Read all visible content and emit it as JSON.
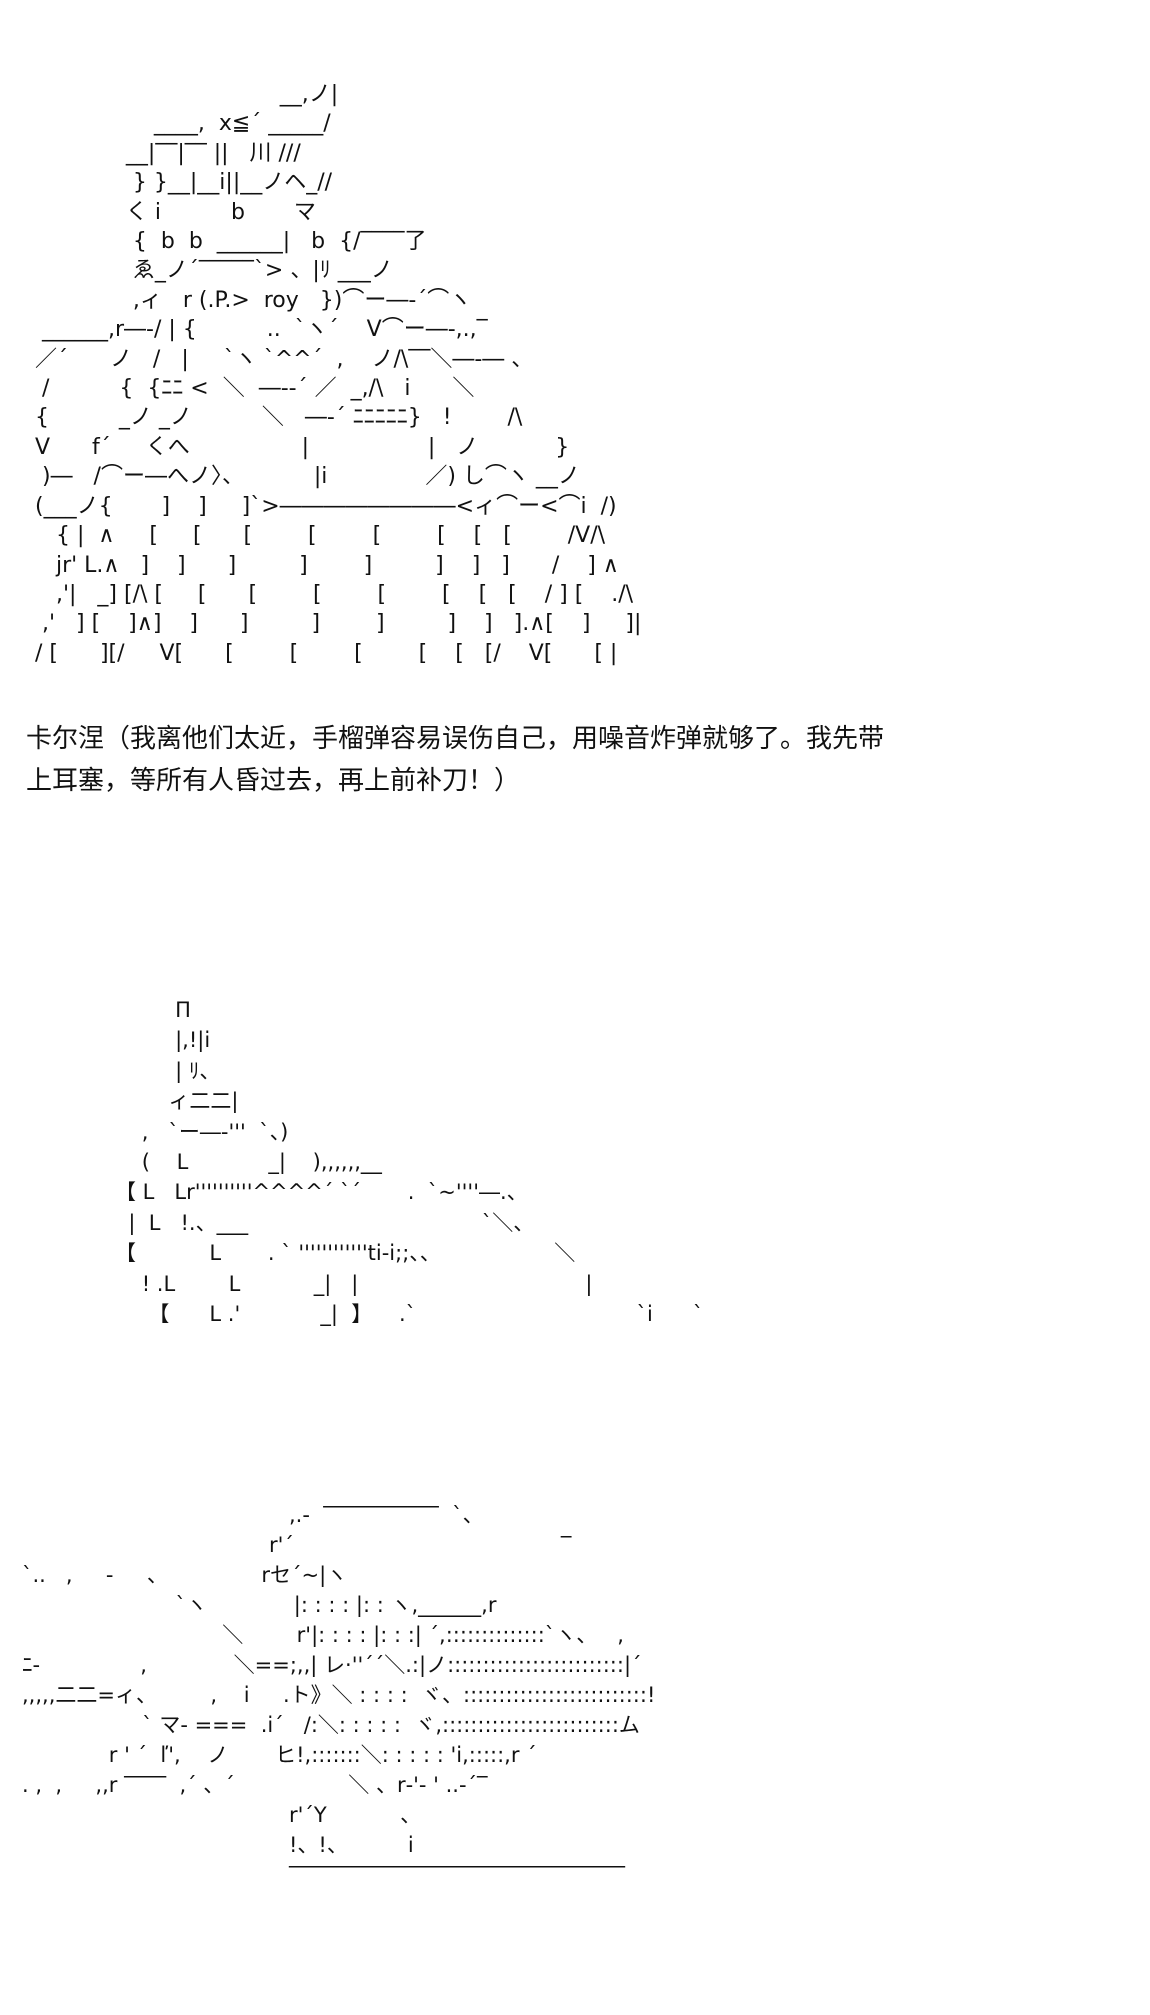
{
  "art": {
    "block1": [
      "                                    __,ノ|",
      "                  ____,  x≦´ _____/",
      "              __|‾‾|‾‾ ||   川 ///",
      "               } }__|__i||__ノヘ_//",
      "              く i          b       マ",
      "               {  b  b  ______|   b  {/‾‾‾‾了",
      "               ゑ_ノ´‾‾‾‾‾`> 、|ﾘ ___ノ",
      "               ,ィ   r (.P.>  roy   })⌒ー―‐´⌒ヽ",
      "  ______,r―‐/ | {          ..  `ヽ´    V⌒ー―‐,.,‾",
      " ／´      ノ   /   |     `ヽ `^^´  ,    ノ/\\‾‾＼―‐― 、",
      "  /          {  {ﾆﾆ <  ＼  ―‐‐´ ／  _,/\\   i      ＼",
      " {          _ノ _ノ          ＼   ―‐´ ﾆﾆﾆﾆﾆ}   !        /\\",
      " V      f´     くへ                |                 |   ノ           }",
      "  )―   /⌒ー―へノ〉、          |i              ／) し⌒ヽ __ノ",
      " (___ノ{       ]    ]     ]`>――――――――<ィ⌒ー<⌒i  /)",
      "    { |  ∧     [     [      [        [        [        [    [   [        /V/\\",
      "    jr' L.∧   ]    ]      ]         ]        ]         ]    ]   ]      /    ] ∧",
      "    ,'|   _] [/\\ [     [      [        [        [        [    [   [    / ] [    ./\\",
      "  ,'   ] [    ]∧]    ]      ]         ]        ]         ]    ]   ].∧[    ]     ]|",
      " / [      ][/     V[      [        [        [        [    [   [/    V[      [ |"
    ],
    "block2": [
      "         П",
      "         |,!|i",
      "         | ﾘ、",
      "        ィ二二|",
      "    ,   `ー―‐'''  `、)",
      "    (    L            _|    ),,,,,,__",
      "【 L   Lr''''''''''^^^^´ `´       .  `~''''―.、",
      "  |  L   !.、___                                   `＼、",
      "【           L       . ` ''''''''''''ti‐i;;、、                 ＼",
      "    ! .L        L           _|   |                                  |",
      "     【      L .'            _|  】    .`                                 `i      `"
    ],
    "block3": [
      "                                        ,.-  ‾‾‾‾‾‾‾‾‾‾‾  `、",
      "                                     r'´                                        ‾",
      "`..   ,     ‐     、              rセ´~|ヽ",
      "                       `ヽ             |: : : : |: : ヽ,______,r",
      "                              ＼        r'|: : : : |: : :| ´,::::::::::::::`ヽ、   ,",
      "ﾆ-               ,             ＼==;,,| レ·''´´＼.:|ノ:::::::::::::::::::::::::|´",
      ",,,,,二二=ィ、        ,    i     .ト》＼ : : : :  ヾ、::::::::::::::::::::::::::!",
      "                  ` マ‐ ===  .i´   /:＼: : : : :  ヾ,:::::::::::::::::::::::::ム",
      "             r ' ´  ľ',    ノ       ヒ!,:::::::＼: : : : : 'i,:::::,r ´",
      ". ,  ,     ,,r ‾‾‾‾  ,´ 、´                 ＼ 、r‐'‐ ' ..‐´‾",
      "                                        r'´Y           、",
      "                                        !、!、         i",
      "                                        ‾‾‾‾‾‾‾‾‾‾‾‾‾‾‾‾‾‾‾‾‾‾‾‾‾‾‾‾‾‾‾‾"
    ]
  },
  "caption": {
    "line1": "卡尔涅（我离他们太近，手榴弹容易误伤自己，用噪音炸弹就够了。我先带",
    "line2": "上耳塞，等所有人昏过去，再上前补刀！）"
  }
}
